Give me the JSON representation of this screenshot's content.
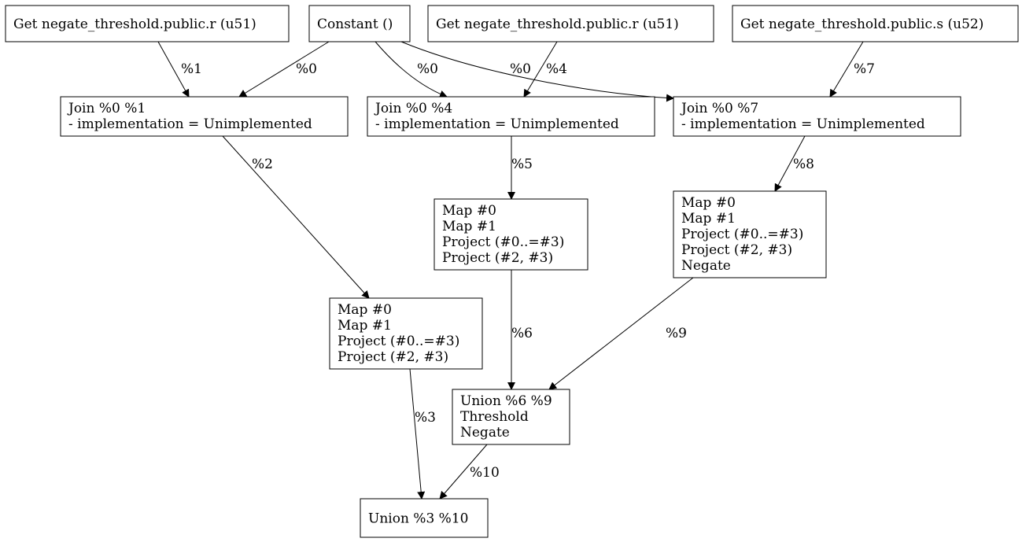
{
  "graph": {
    "nodes": [
      {
        "id": "n0",
        "lines": [
          "Get negate_threshold.public.r (u51)"
        ]
      },
      {
        "id": "n1",
        "lines": [
          "Constant ()"
        ]
      },
      {
        "id": "n2",
        "lines": [
          "Get negate_threshold.public.r (u51)"
        ]
      },
      {
        "id": "n3",
        "lines": [
          "Get negate_threshold.public.s (u52)"
        ]
      },
      {
        "id": "n4",
        "lines": [
          "Join %0 %1",
          "- implementation = Unimplemented"
        ]
      },
      {
        "id": "n5",
        "lines": [
          "Join %0 %4",
          "- implementation = Unimplemented"
        ]
      },
      {
        "id": "n6",
        "lines": [
          "Join %0 %7",
          "- implementation = Unimplemented"
        ]
      },
      {
        "id": "n7",
        "lines": [
          "Map #0",
          "Map #1",
          "Project (#0..=#3)",
          "Project (#2, #3)"
        ]
      },
      {
        "id": "n8",
        "lines": [
          "Map #0",
          "Map #1",
          "Project (#0..=#3)",
          "Project (#2, #3)",
          "Negate"
        ]
      },
      {
        "id": "n9",
        "lines": [
          "Map #0",
          "Map #1",
          "Project (#0..=#3)",
          "Project (#2, #3)"
        ]
      },
      {
        "id": "n10",
        "lines": [
          "Union %6 %9",
          "Threshold",
          "Negate"
        ]
      },
      {
        "id": "n11",
        "lines": [
          "Union %3 %10"
        ]
      }
    ],
    "edges": [
      {
        "from": "n0",
        "to": "n4",
        "label": "%1"
      },
      {
        "from": "n1",
        "to": "n4",
        "label": "%0"
      },
      {
        "from": "n1",
        "to": "n5",
        "label": "%0"
      },
      {
        "from": "n1",
        "to": "n6",
        "label": "%0"
      },
      {
        "from": "n2",
        "to": "n5",
        "label": "%4"
      },
      {
        "from": "n3",
        "to": "n6",
        "label": "%7"
      },
      {
        "from": "n4",
        "to": "n9",
        "label": "%2"
      },
      {
        "from": "n5",
        "to": "n7",
        "label": "%5"
      },
      {
        "from": "n6",
        "to": "n8",
        "label": "%8"
      },
      {
        "from": "n7",
        "to": "n10",
        "label": "%6"
      },
      {
        "from": "n8",
        "to": "n10",
        "label": "%9"
      },
      {
        "from": "n9",
        "to": "n11",
        "label": "%3"
      },
      {
        "from": "n10",
        "to": "n11",
        "label": "%10"
      }
    ]
  }
}
